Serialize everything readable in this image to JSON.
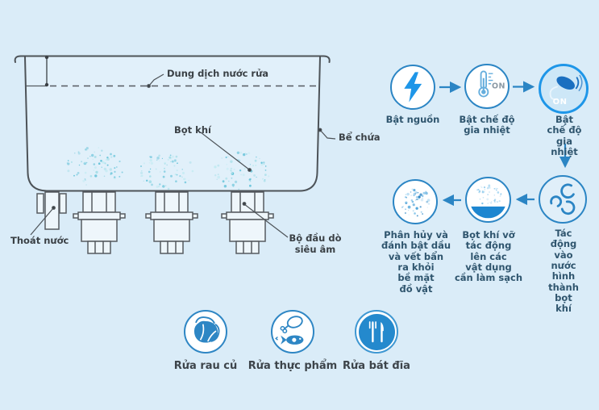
{
  "colors": {
    "background": "#daecf8",
    "accent_blue": "#2b85c4",
    "bright_blue": "#1e96e8",
    "line_gray": "#4d5358",
    "water_blue": "#1d86d0",
    "bubble_teal": "#7fcbdc"
  },
  "diagram": {
    "solution_label": "Dung dịch nước rửa",
    "bubbles_label": "Bọt khí",
    "tank_label": "Bể chứa",
    "drain_label": "Thoát nước",
    "transducer_label": "Bộ đầu dò\nsiêu âm"
  },
  "flow": {
    "on_label": "ON",
    "steps": [
      {
        "id": "power",
        "icon": "lightning-icon",
        "label": "Bật nguồn"
      },
      {
        "id": "heating",
        "icon": "thermometer-icon",
        "label": "Bật chế độ\ngia nhiệt"
      },
      {
        "id": "ultrasonic",
        "icon": "ultrasonic-probe-icon",
        "label": "Bật chế độ\ngia nhiệt"
      },
      {
        "id": "cavitation",
        "icon": "swirl-bubbles-icon",
        "label": "Tác động\nvào nước\nhình thành\nbọt khí"
      },
      {
        "id": "burst",
        "icon": "bursting-bubbles-icon",
        "label": "Bọt khí vỡ\ntác động\nlên các\nvật dụng\ncần làm sạch"
      },
      {
        "id": "clean",
        "icon": "dissolved-dirt-icon",
        "label": "Phân hủy và\nđánh bật dầu\nvà vết bẩn\nra khỏi\nbề mặt\nđồ vật"
      }
    ]
  },
  "applications": [
    {
      "id": "vegetables",
      "icon": "vegetables-icon",
      "label": "Rửa rau củ"
    },
    {
      "id": "food",
      "icon": "food-icon",
      "label": "Rửa thực phẩm"
    },
    {
      "id": "dishes",
      "icon": "dishes-icon",
      "label": "Rửa bát đĩa"
    }
  ]
}
